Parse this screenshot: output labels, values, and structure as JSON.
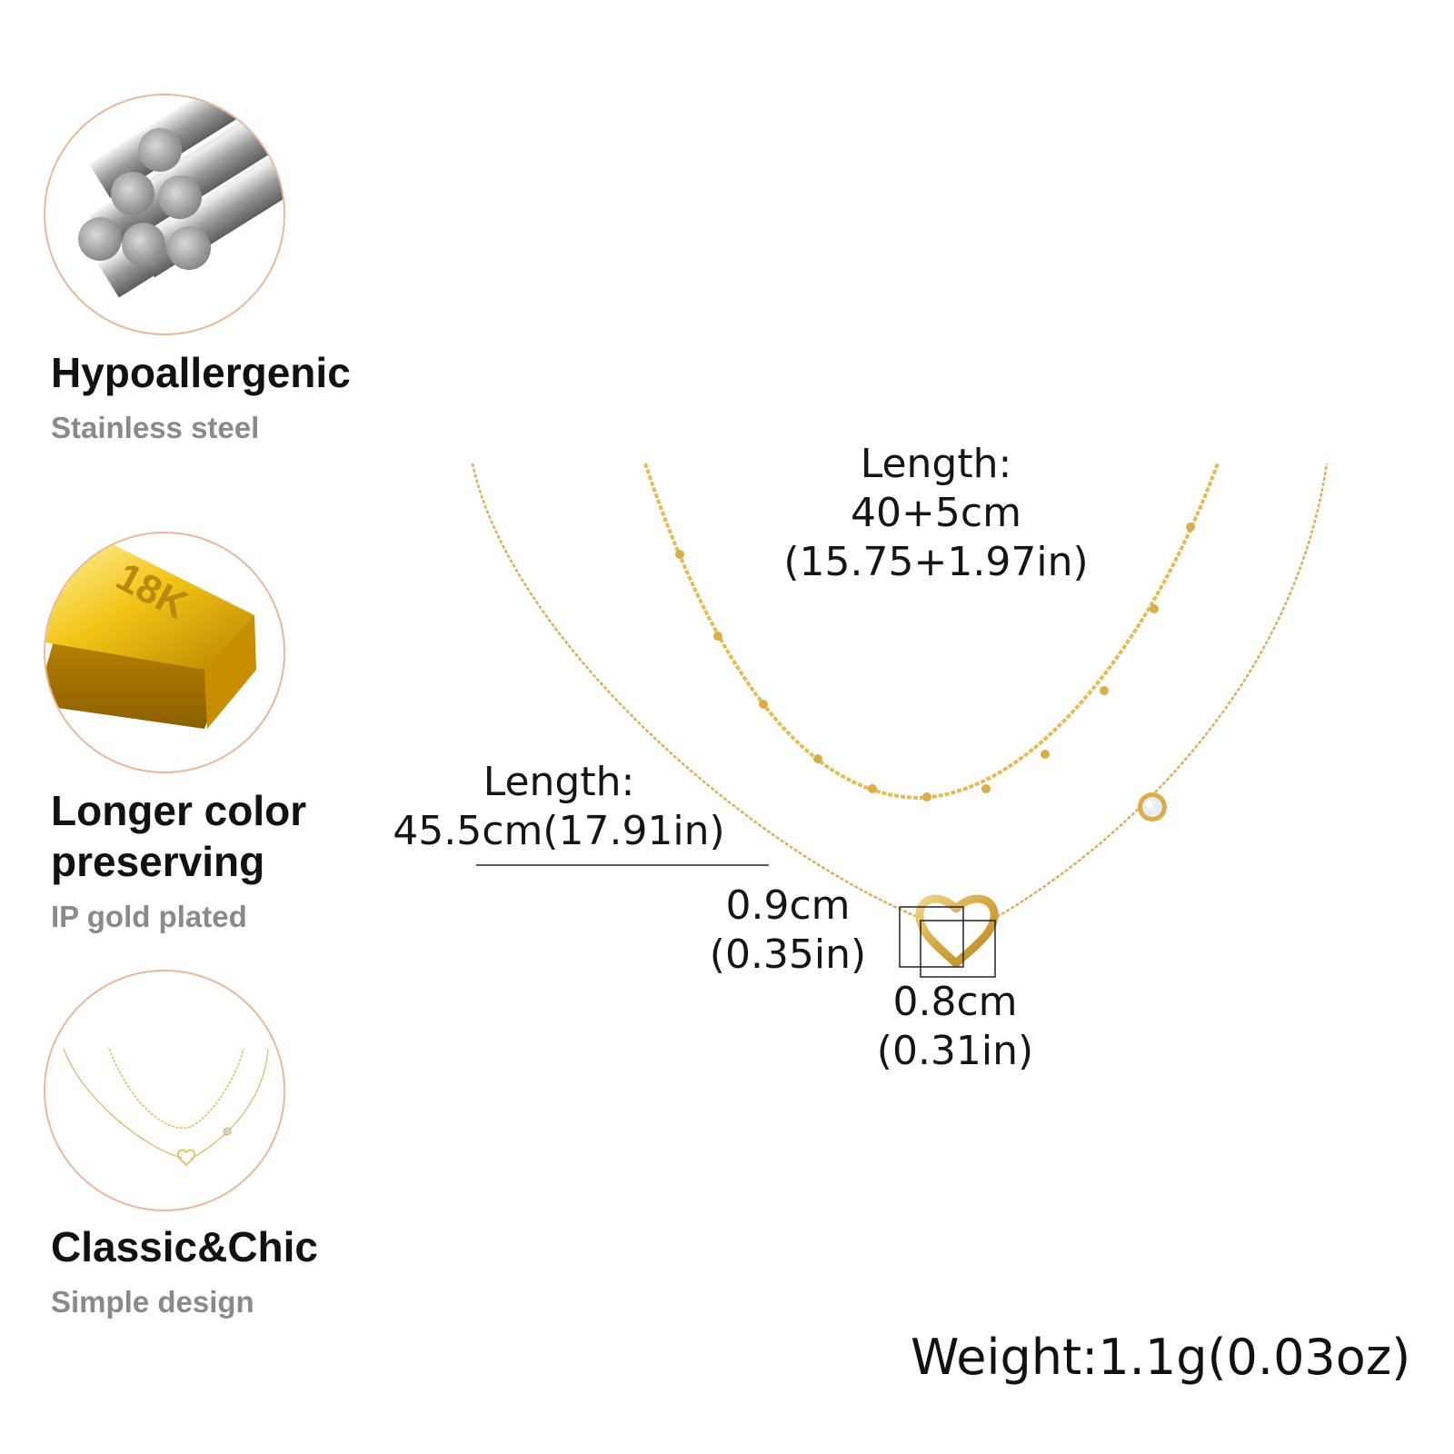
{
  "features": [
    {
      "title": "Hypoallergenic",
      "subtitle": "Stainless steel",
      "icon": "steel-rods-icon"
    },
    {
      "title_line1": "Longer color",
      "title_line2": "preserving",
      "subtitle": "IP gold plated",
      "icon": "gold-bar-icon",
      "badge": "18K"
    },
    {
      "title": "Classic&Chic",
      "subtitle": "Simple design",
      "icon": "necklace-thumbnail-icon"
    }
  ],
  "dimensions": {
    "short_chain": {
      "label": "Length:",
      "metric": "40+5cm",
      "imperial": "(15.75+1.97in)"
    },
    "long_chain": {
      "label": "Length:",
      "value": "45.5cm(17.91in)"
    },
    "heart_height": {
      "metric": "0.9cm",
      "imperial": "(0.35in)"
    },
    "heart_width": {
      "metric": "0.8cm",
      "imperial": "(0.31in)"
    }
  },
  "weight": "Weight:1.1g(0.03oz)",
  "colors": {
    "gold": "#d9ad4a",
    "ring": "#e8b89e",
    "subtitle": "#8a8a8a"
  }
}
